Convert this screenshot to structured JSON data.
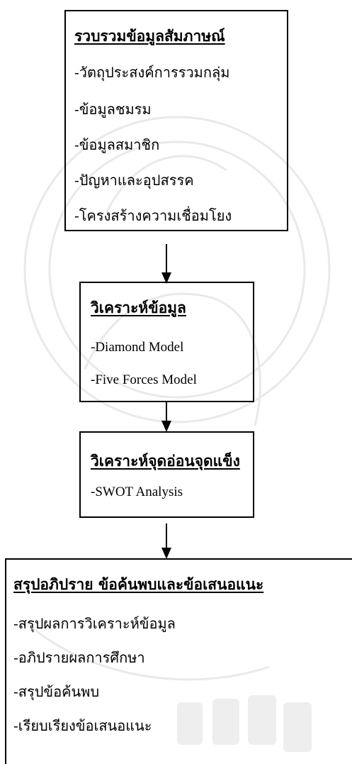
{
  "boxes": {
    "collect": {
      "heading": "รวบรวมข้อมูลสัมภาษณ์",
      "items": [
        "-วัตถุประสงค์การรวมกลุ่ม",
        "-ข้อมูลชมรม",
        "-ข้อมูลสมาชิก",
        "-ปัญหาและอุปสรรค",
        "-โครงสร้างความเชื่อมโยง"
      ]
    },
    "analyze": {
      "heading": "วิเคราะห์ข้อมูล",
      "items": [
        "-Diamond Model",
        "-Five Forces Model"
      ]
    },
    "swot": {
      "heading": "วิเคราะห์จุดอ่อนจุดแข็ง",
      "items": [
        "-SWOT Analysis"
      ]
    },
    "conclude": {
      "heading": "สรุปอภิปราย ข้อค้นพบและข้อเสนอแนะ",
      "items": [
        "-สรุปผลการวิเคราะห์ข้อมูล",
        "-อภิปรายผลการศึกษา",
        "-สรุปข้อค้นพบ",
        "-เรียบเรียงข้อเสนอแนะ"
      ]
    }
  },
  "colors": {
    "line": "#000000",
    "watermark": "#e6e6e6"
  }
}
